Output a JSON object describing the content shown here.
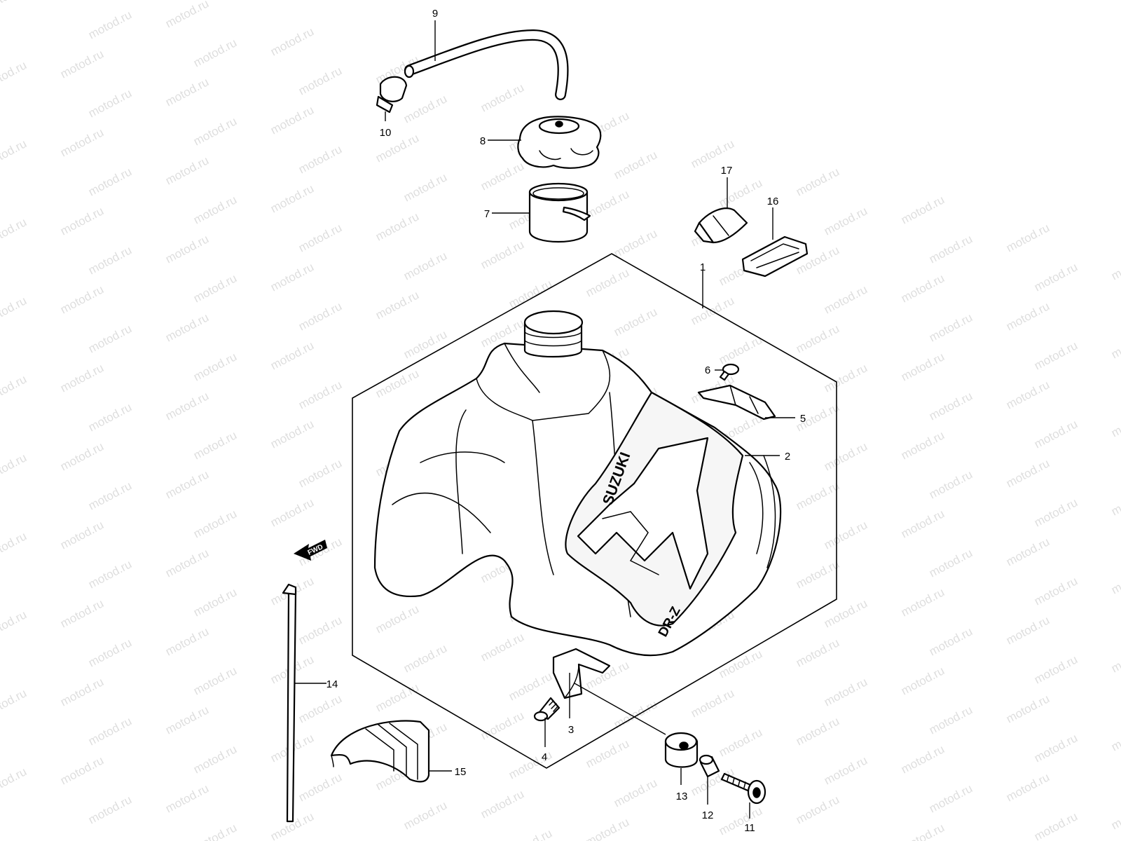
{
  "diagram": {
    "watermark": "motod.ru",
    "brand_text": "SUZUKI",
    "model_text": "DR-Z",
    "direction_label": "FWD",
    "callouts": [
      {
        "id": "1",
        "label": "1"
      },
      {
        "id": "2",
        "label": "2"
      },
      {
        "id": "3",
        "label": "3"
      },
      {
        "id": "4",
        "label": "4"
      },
      {
        "id": "5",
        "label": "5"
      },
      {
        "id": "6",
        "label": "6"
      },
      {
        "id": "7",
        "label": "7"
      },
      {
        "id": "8",
        "label": "8"
      },
      {
        "id": "9",
        "label": "9"
      },
      {
        "id": "10",
        "label": "10"
      },
      {
        "id": "11",
        "label": "11"
      },
      {
        "id": "12",
        "label": "12"
      },
      {
        "id": "13",
        "label": "13"
      },
      {
        "id": "14",
        "label": "14"
      },
      {
        "id": "15",
        "label": "15"
      },
      {
        "id": "16",
        "label": "16"
      },
      {
        "id": "17",
        "label": "17"
      }
    ]
  }
}
